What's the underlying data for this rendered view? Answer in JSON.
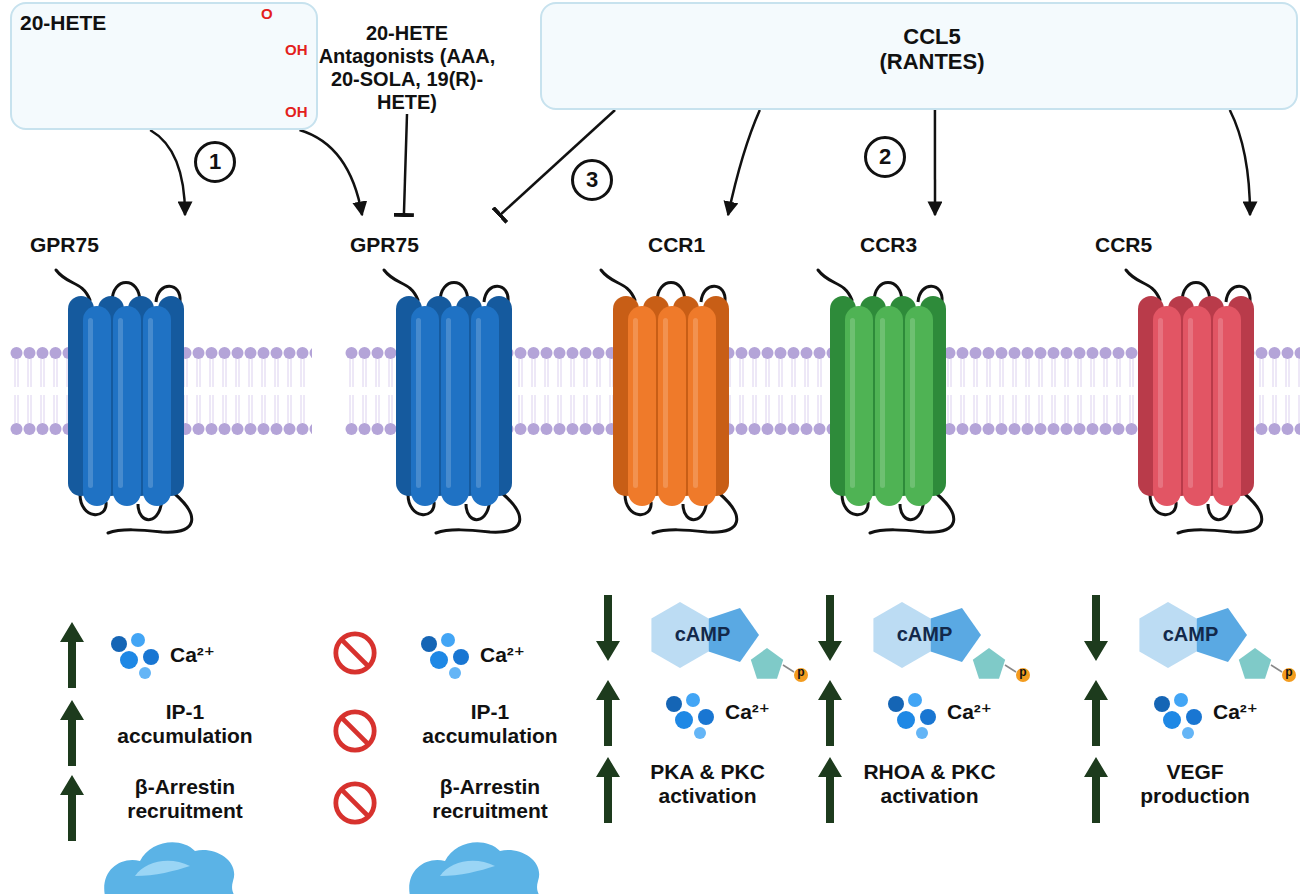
{
  "diagram": {
    "nodes": [
      {
        "text": [
          "20-HETE"
        ]
      },
      {
        "text": [
          "20-HETE Antagonists (AAA, 20-SOLA, 19(R)-HETE)"
        ]
      },
      {
        "text": [
          "CCL5 (RANTES)"
        ]
      },
      {
        "text": [
          "1"
        ]
      },
      {
        "text": [
          "3"
        ]
      },
      {
        "text": [
          "2"
        ]
      },
      {
        "text": [
          "GPR75"
        ]
      },
      {
        "text": [
          "GPR75"
        ]
      },
      {
        "text": [
          "CCR1"
        ]
      },
      {
        "text": [
          "CCR3"
        ]
      },
      {
        "text": [
          "CCR5"
        ]
      }
    ],
    "edges": [
      {
        "from": 0,
        "to": 6,
        "arrow": "to"
      },
      {
        "from": 0,
        "to": 7,
        "arrow": "to"
      },
      {
        "from": 1,
        "to": 7,
        "arrow": "to"
      },
      {
        "from": 2,
        "to": 7,
        "arrow": "to"
      },
      {
        "from": 2,
        "to": 8,
        "arrow": "to"
      },
      {
        "from": 2,
        "to": 9,
        "arrow": "to"
      },
      {
        "from": 2,
        "to": 10,
        "arrow": "to"
      }
    ],
    "labels": [
      "O",
      "OH",
      "OH",
      "Ca²⁺",
      "IP-1 accumulation",
      "β-Arrestin recruitment",
      "Ca²⁺",
      "IP-1 accumulation",
      "β-Arrestin recruitment",
      "cAMP",
      "p",
      "Ca²⁺",
      "PKA & PKC activation",
      "cAMP",
      "p",
      "Ca²⁺",
      "RHOA & PKC activation",
      "cAMP",
      "p",
      "Ca²⁺",
      "VEGF production"
    ]
  }
}
